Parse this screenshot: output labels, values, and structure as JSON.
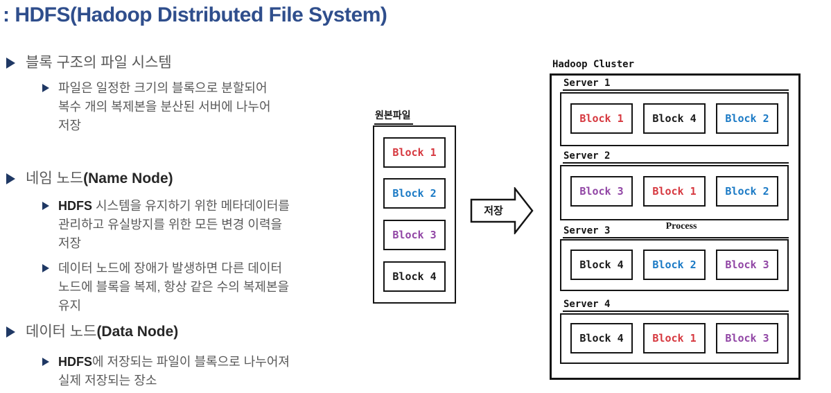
{
  "title": ": HDFS(Hadoop Distributed File System)",
  "colors": {
    "title": "#2f4e8c",
    "bullet": "#1f3864",
    "body_text": "#595959",
    "emphasis": "#1f1f1f",
    "line": "#141414",
    "block_red": "#d6383f",
    "block_blue": "#1b7ac5",
    "block_purple": "#9146a5",
    "block_black": "#1a1a1a"
  },
  "outline": [
    {
      "title_ko": "블록 구조의 파일 시스템",
      "title_en": "",
      "subs": [
        {
          "lines": [
            {
              "bold": "",
              "text": "파일은 일정한 크기의 블록으로 분할되어"
            },
            {
              "bold": "",
              "text": "복수 개의 복제본을 분산된 서버에 나누어"
            },
            {
              "bold": "",
              "text": "저장"
            }
          ]
        }
      ]
    },
    {
      "title_ko": "네임 노드",
      "title_en": "(Name Node)",
      "subs": [
        {
          "lines": [
            {
              "bold": "HDFS",
              "text": " 시스템을 유지하기 위한 메타데이터를"
            },
            {
              "bold": "",
              "text": "관리하고 유실방지를 위한 모든 변경 이력을"
            },
            {
              "bold": "",
              "text": "저장"
            }
          ]
        },
        {
          "lines": [
            {
              "bold": "",
              "text": "데이터 노드에 장애가 발생하면 다른 데이터"
            },
            {
              "bold": "",
              "text": "노드에 블록을 복제, 항상 같은 수의 복제본을"
            },
            {
              "bold": "",
              "text": "유지"
            }
          ]
        }
      ]
    },
    {
      "title_ko": "데이터 노드",
      "title_en": "(Data Node)",
      "subs": [
        {
          "lines": [
            {
              "bold": "HDFS",
              "text": "에 저장되는 파일이 블록으로 나누어져"
            },
            {
              "bold": "",
              "text": "실제 저장되는 장소"
            }
          ]
        }
      ]
    }
  ],
  "source_file": {
    "label": "원본파일",
    "blocks": [
      {
        "label": "Block 1",
        "color": "#d6383f"
      },
      {
        "label": "Block 2",
        "color": "#1b7ac5"
      },
      {
        "label": "Block 3",
        "color": "#9146a5"
      },
      {
        "label": "Block 4",
        "color": "#1a1a1a"
      }
    ]
  },
  "arrow": {
    "label": "저장"
  },
  "cluster": {
    "label": "Hadoop Cluster",
    "process_label": "Process",
    "servers": [
      {
        "name": "Server 1",
        "blocks": [
          {
            "label": "Block 1",
            "color": "#d6383f"
          },
          {
            "label": "Block 4",
            "color": "#1a1a1a"
          },
          {
            "label": "Block 2",
            "color": "#1b7ac5"
          }
        ]
      },
      {
        "name": "Server 2",
        "blocks": [
          {
            "label": "Block 3",
            "color": "#9146a5"
          },
          {
            "label": "Block 1",
            "color": "#d6383f"
          },
          {
            "label": "Block 2",
            "color": "#1b7ac5"
          }
        ]
      },
      {
        "name": "Server 3",
        "blocks": [
          {
            "label": "Block 4",
            "color": "#1a1a1a"
          },
          {
            "label": "Block 2",
            "color": "#1b7ac5"
          },
          {
            "label": "Block 3",
            "color": "#9146a5"
          }
        ]
      },
      {
        "name": "Server 4",
        "blocks": [
          {
            "label": "Block 4",
            "color": "#1a1a1a"
          },
          {
            "label": "Block 1",
            "color": "#d6383f"
          },
          {
            "label": "Block 3",
            "color": "#9146a5"
          }
        ]
      }
    ]
  }
}
